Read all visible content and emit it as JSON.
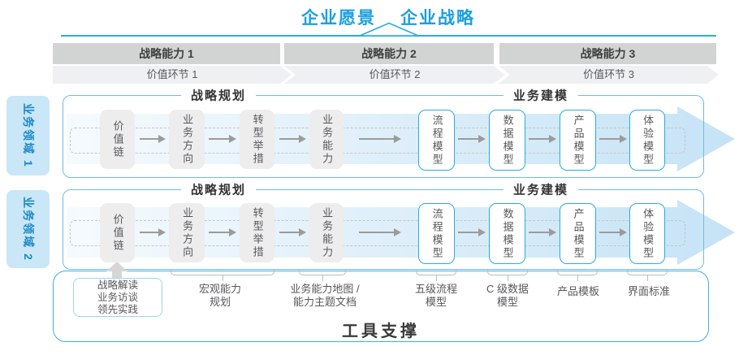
{
  "title": {
    "vision": "企业愿景",
    "strategy": "企业战略"
  },
  "capability_bars": [
    "战略能力 1",
    "战略能力 2",
    "战略能力 3"
  ],
  "value_chain_bands": [
    "价值环节 1",
    "价值环节 2",
    "价值环节 3"
  ],
  "domain_labels": [
    "业务领域 1",
    "业务领域 2"
  ],
  "section_headers": {
    "planning": "战略规划",
    "modeling": "业务建模"
  },
  "planning_boxes": [
    "价值链",
    "业务方向",
    "转型举措",
    "业务能力"
  ],
  "modeling_boxes": [
    "流程模型",
    "数据模型",
    "产品模型",
    "体验模型"
  ],
  "inputs_box": {
    "lines": [
      "战略解读",
      "业务访谈",
      "领先实践"
    ]
  },
  "tool_annotations": [
    "宏观能力\n规划",
    "业务能力地图 /\n能力主题文档",
    "五级流程\n模型",
    "C 级数据\n模型",
    "产品模板",
    "界面标准"
  ],
  "tool_support_label": "工具支撑",
  "colors": {
    "accent_blue": "#1A9FE1",
    "line_blue": "#29ABE2",
    "row_border_blue": "#6FBCE5",
    "bar_gray": "#D2D4D4",
    "chevron_gray": "#EFF0F1",
    "box_gray": "#EDEDEE",
    "text_gray": "#57585A",
    "domain_bg": "#C9E7F6",
    "domain_text": "#1D87C8"
  }
}
